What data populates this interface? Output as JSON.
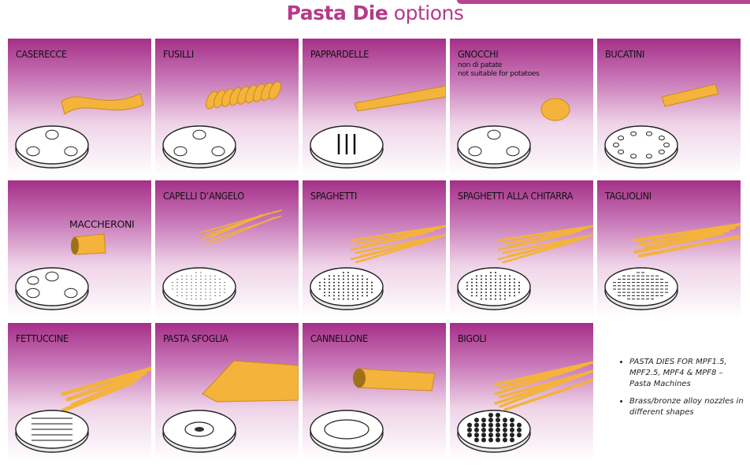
{
  "title": {
    "bold": "Pasta Die",
    "rest": "options"
  },
  "dies": [
    {
      "name": "CASERECCE",
      "pasta": "twist",
      "disc": "s-holes"
    },
    {
      "name": "FUSILLI",
      "pasta": "spiral",
      "disc": "swirl-holes"
    },
    {
      "name": "PAPPARDELLE",
      "pasta": "ribbon",
      "disc": "slots"
    },
    {
      "name": "GNOCCHI",
      "sub1": "non di patate",
      "sub2": "not suitable for potatoes",
      "pasta": "gnocchi",
      "disc": "cup-holes"
    },
    {
      "name": "BUCATINI",
      "pasta": "tube-thin",
      "disc": "ring-holes"
    },
    {
      "name": "",
      "label": "MACCHERONI",
      "pasta": "tube",
      "disc": "four-holes"
    },
    {
      "name": "CAPELLI D’ANGELO",
      "pasta": "fine-strands",
      "disc": "fine-dots"
    },
    {
      "name": "SPAGHETTI",
      "pasta": "strands",
      "disc": "dots"
    },
    {
      "name": "SPAGHETTI ALLA CHITARRA",
      "pasta": "strands",
      "disc": "dots"
    },
    {
      "name": "TAGLIOLINI",
      "pasta": "flat-strands",
      "disc": "dashes"
    },
    {
      "name": "FETTUCCINE",
      "pasta": "wide-strands",
      "disc": "wide-slots"
    },
    {
      "name": "PASTA SFOGLIA",
      "pasta": "sheet",
      "disc": "center-boss"
    },
    {
      "name": "CANNELLONE",
      "pasta": "big-tube",
      "disc": "big-ring"
    },
    {
      "name": "BIGOLI",
      "pasta": "thick-strands",
      "disc": "big-dots"
    }
  ],
  "notes": [
    "PASTA DIES FOR MPF1.5, MPF2.5, MPF4 & MPF8 – Pasta Machines",
    "Brass/bronze alloy nozzles in different shapes"
  ],
  "colors": {
    "accent": "#b53a8a",
    "pasta": "#f4b33a",
    "pasta_dark": "#c98a1e"
  }
}
